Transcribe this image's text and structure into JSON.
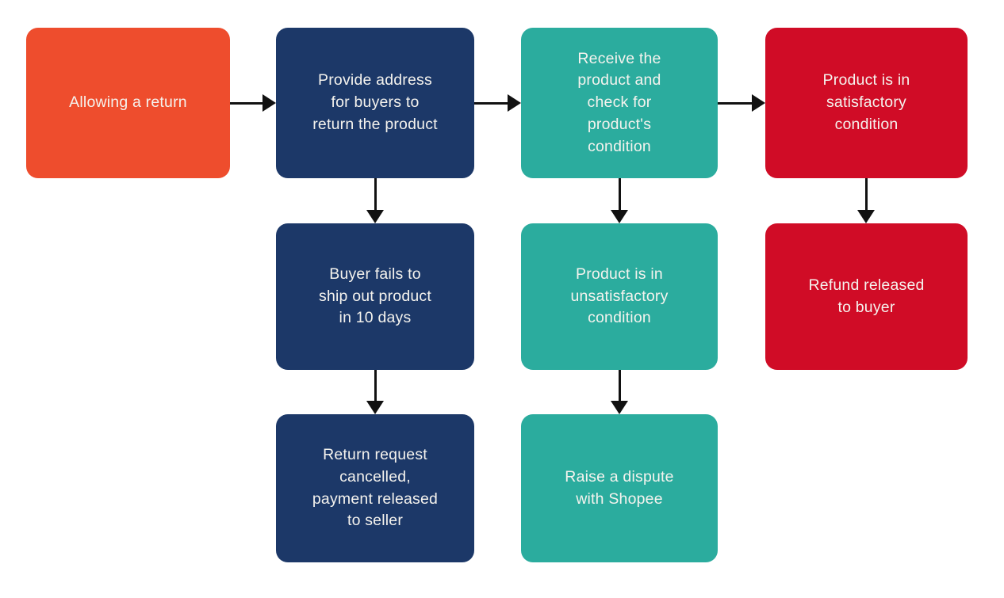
{
  "colors": {
    "background": "#FFFFFF",
    "orange": "#EE4D2D",
    "navy": "#1C3868",
    "teal": "#2BAC9E",
    "red": "#D00C26",
    "text": "#F5F3EE",
    "arrow": "#111111"
  },
  "nodes": [
    {
      "id": "allowing-return",
      "color": "orange",
      "label": "Allowing a return"
    },
    {
      "id": "provide-address",
      "color": "navy",
      "label": "Provide address\nfor buyers to\nreturn the product"
    },
    {
      "id": "receive-product",
      "color": "teal",
      "label": "Receive the\nproduct and\ncheck for\nproduct's\ncondition"
    },
    {
      "id": "satisfactory-condition",
      "color": "red",
      "label": "Product is in\nsatisfactory\ncondition"
    },
    {
      "id": "buyer-fails-ship",
      "color": "navy",
      "label": "Buyer fails to\nship out product\nin 10 days"
    },
    {
      "id": "unsatisfactory-condition",
      "color": "teal",
      "label": "Product is in\nunsatisfactory\ncondition"
    },
    {
      "id": "refund-released",
      "color": "red",
      "label": "Refund released\nto buyer"
    },
    {
      "id": "return-cancelled",
      "color": "navy",
      "label": "Return request\ncancelled,\npayment released\nto seller"
    },
    {
      "id": "raise-dispute",
      "color": "teal",
      "label": "Raise a dispute\nwith Shopee"
    }
  ],
  "edges": [
    {
      "from": "allowing-return",
      "to": "provide-address",
      "direction": "right"
    },
    {
      "from": "provide-address",
      "to": "receive-product",
      "direction": "right"
    },
    {
      "from": "receive-product",
      "to": "satisfactory-condition",
      "direction": "right"
    },
    {
      "from": "provide-address",
      "to": "buyer-fails-ship",
      "direction": "down"
    },
    {
      "from": "buyer-fails-ship",
      "to": "return-cancelled",
      "direction": "down"
    },
    {
      "from": "receive-product",
      "to": "unsatisfactory-condition",
      "direction": "down"
    },
    {
      "from": "unsatisfactory-condition",
      "to": "raise-dispute",
      "direction": "down"
    },
    {
      "from": "satisfactory-condition",
      "to": "refund-released",
      "direction": "down"
    }
  ]
}
